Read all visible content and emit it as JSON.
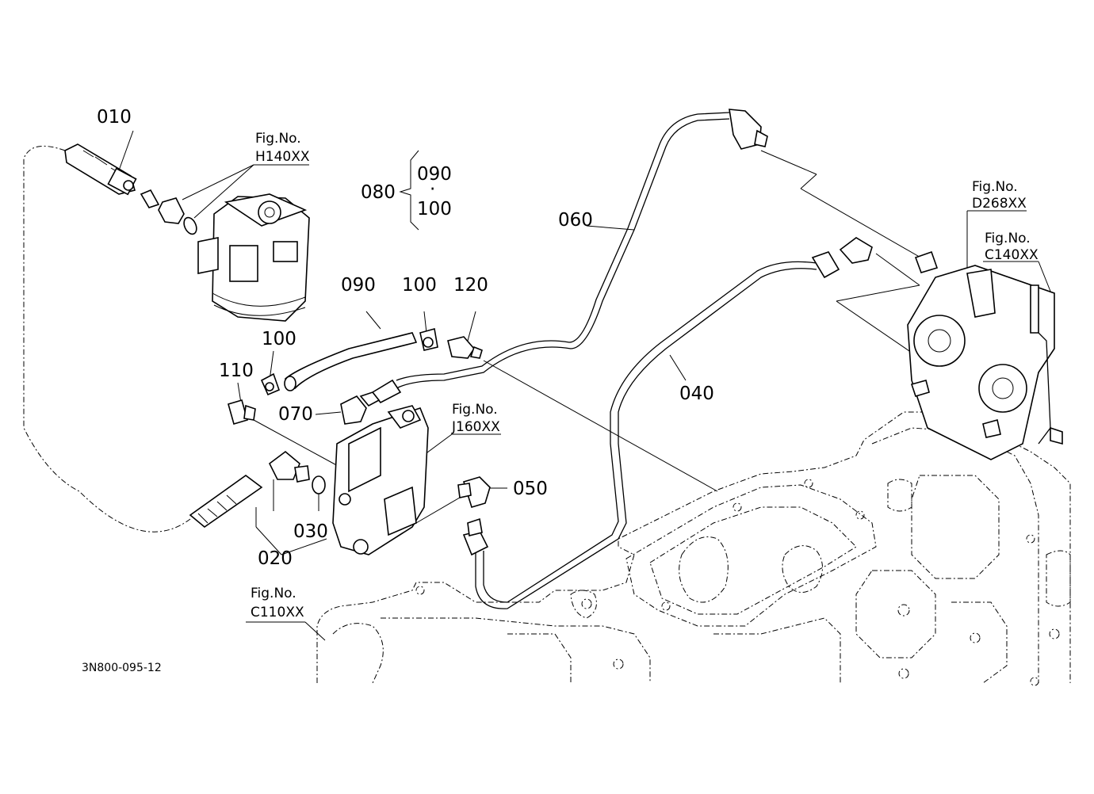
{
  "labels": {
    "p010": "010",
    "p020": "020",
    "p030": "030",
    "p040": "040",
    "p050": "050",
    "p060": "060",
    "p070": "070",
    "p080": "080",
    "p090": "090",
    "p100": "100",
    "p110": "110",
    "p120": "120",
    "group_090": "090",
    "group_dot": "·",
    "group_100": "100"
  },
  "figure_refs": {
    "h140": {
      "line1": "Fig.No.",
      "line2": "H140XX"
    },
    "j160": {
      "line1": "Fig.No.",
      "line2": "J160XX"
    },
    "c110": {
      "line1": "Fig.No.",
      "line2": "C110XX"
    },
    "d268": {
      "line1": "Fig.No.",
      "line2": "D268XX"
    },
    "c140": {
      "line1": "Fig.No.",
      "line2": "C140XX"
    }
  },
  "drawing_code": "3N800-095-12"
}
